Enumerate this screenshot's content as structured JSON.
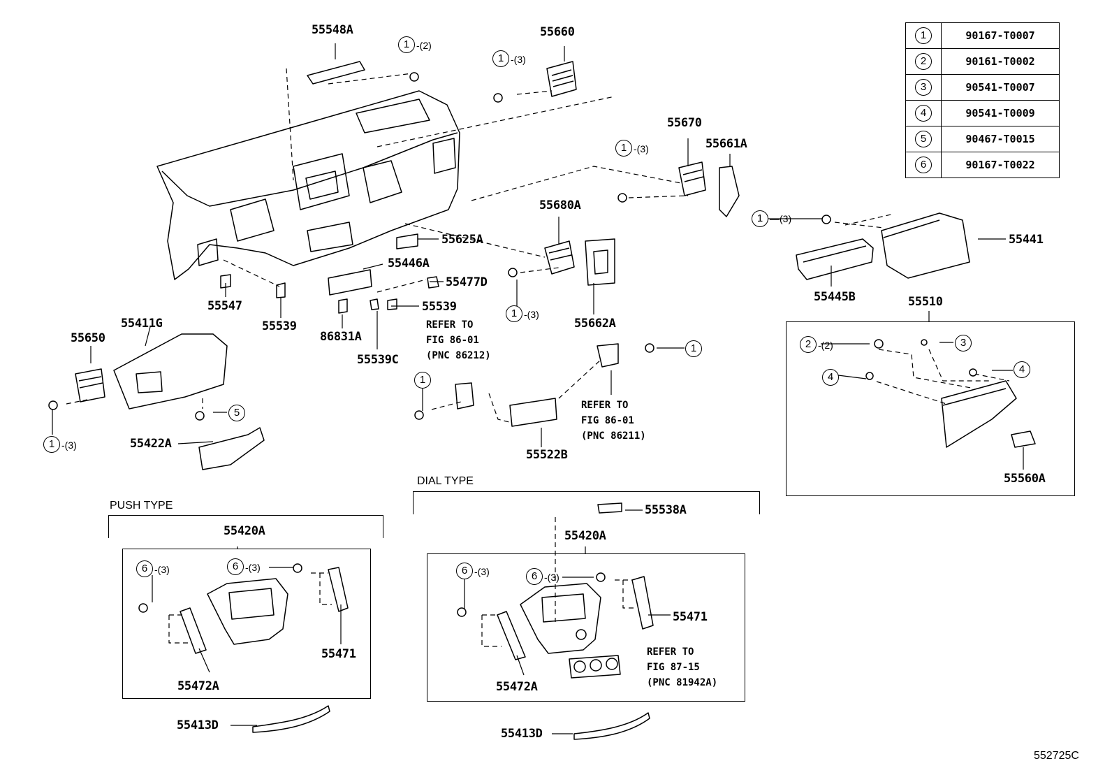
{
  "fastener_table": [
    {
      "key": "1",
      "part": "90167-T0007"
    },
    {
      "key": "2",
      "part": "90161-T0002"
    },
    {
      "key": "3",
      "part": "90541-T0007"
    },
    {
      "key": "4",
      "part": "90541-T0009"
    },
    {
      "key": "5",
      "part": "90467-T0015"
    },
    {
      "key": "6",
      "part": "90167-T0022"
    }
  ],
  "parts": {
    "p55548A": "55548A",
    "p55660": "55660",
    "p55670": "55670",
    "p55661A": "55661A",
    "p55680A": "55680A",
    "p55625A": "55625A",
    "p55446A": "55446A",
    "p55477D": "55477D",
    "p55539_a": "55539",
    "p55539_b": "55539",
    "p55547": "55547",
    "p86831A": "86831A",
    "p55539C": "55539C",
    "p55662A": "55662A",
    "p55441": "55441",
    "p55445B": "55445B",
    "p55510": "55510",
    "p55560A": "55560A",
    "p55650": "55650",
    "p55411G": "55411G",
    "p55422A": "55422A",
    "p55522B": "55522B",
    "p55538A": "55538A",
    "p55420A_push": "55420A",
    "p55420A_dial": "55420A",
    "p55471_push": "55471",
    "p55471_dial": "55471",
    "p55472A_push": "55472A",
    "p55472A_dial": "55472A",
    "p55413D_push": "55413D",
    "p55413D_dial": "55413D"
  },
  "notes": {
    "ref_86212": "REFER TO\nFIG 86-01\n(PNC 86212)",
    "ref_86211": "REFER TO\nFIG 86-01\n(PNC 86211)",
    "ref_81942A": "REFER TO\nFIG 87-15\n(PNC 81942A)"
  },
  "captions": {
    "push_type": "PUSH TYPE",
    "dial_type": "DIAL TYPE"
  },
  "callouts": {
    "c1": "1",
    "c2": "2",
    "c3": "3",
    "c4": "4",
    "c5": "5",
    "c6": "6",
    "q2": "-(2)",
    "q3": "-(3)",
    "q3s": "—(3)"
  },
  "diagram_id": "552725C"
}
